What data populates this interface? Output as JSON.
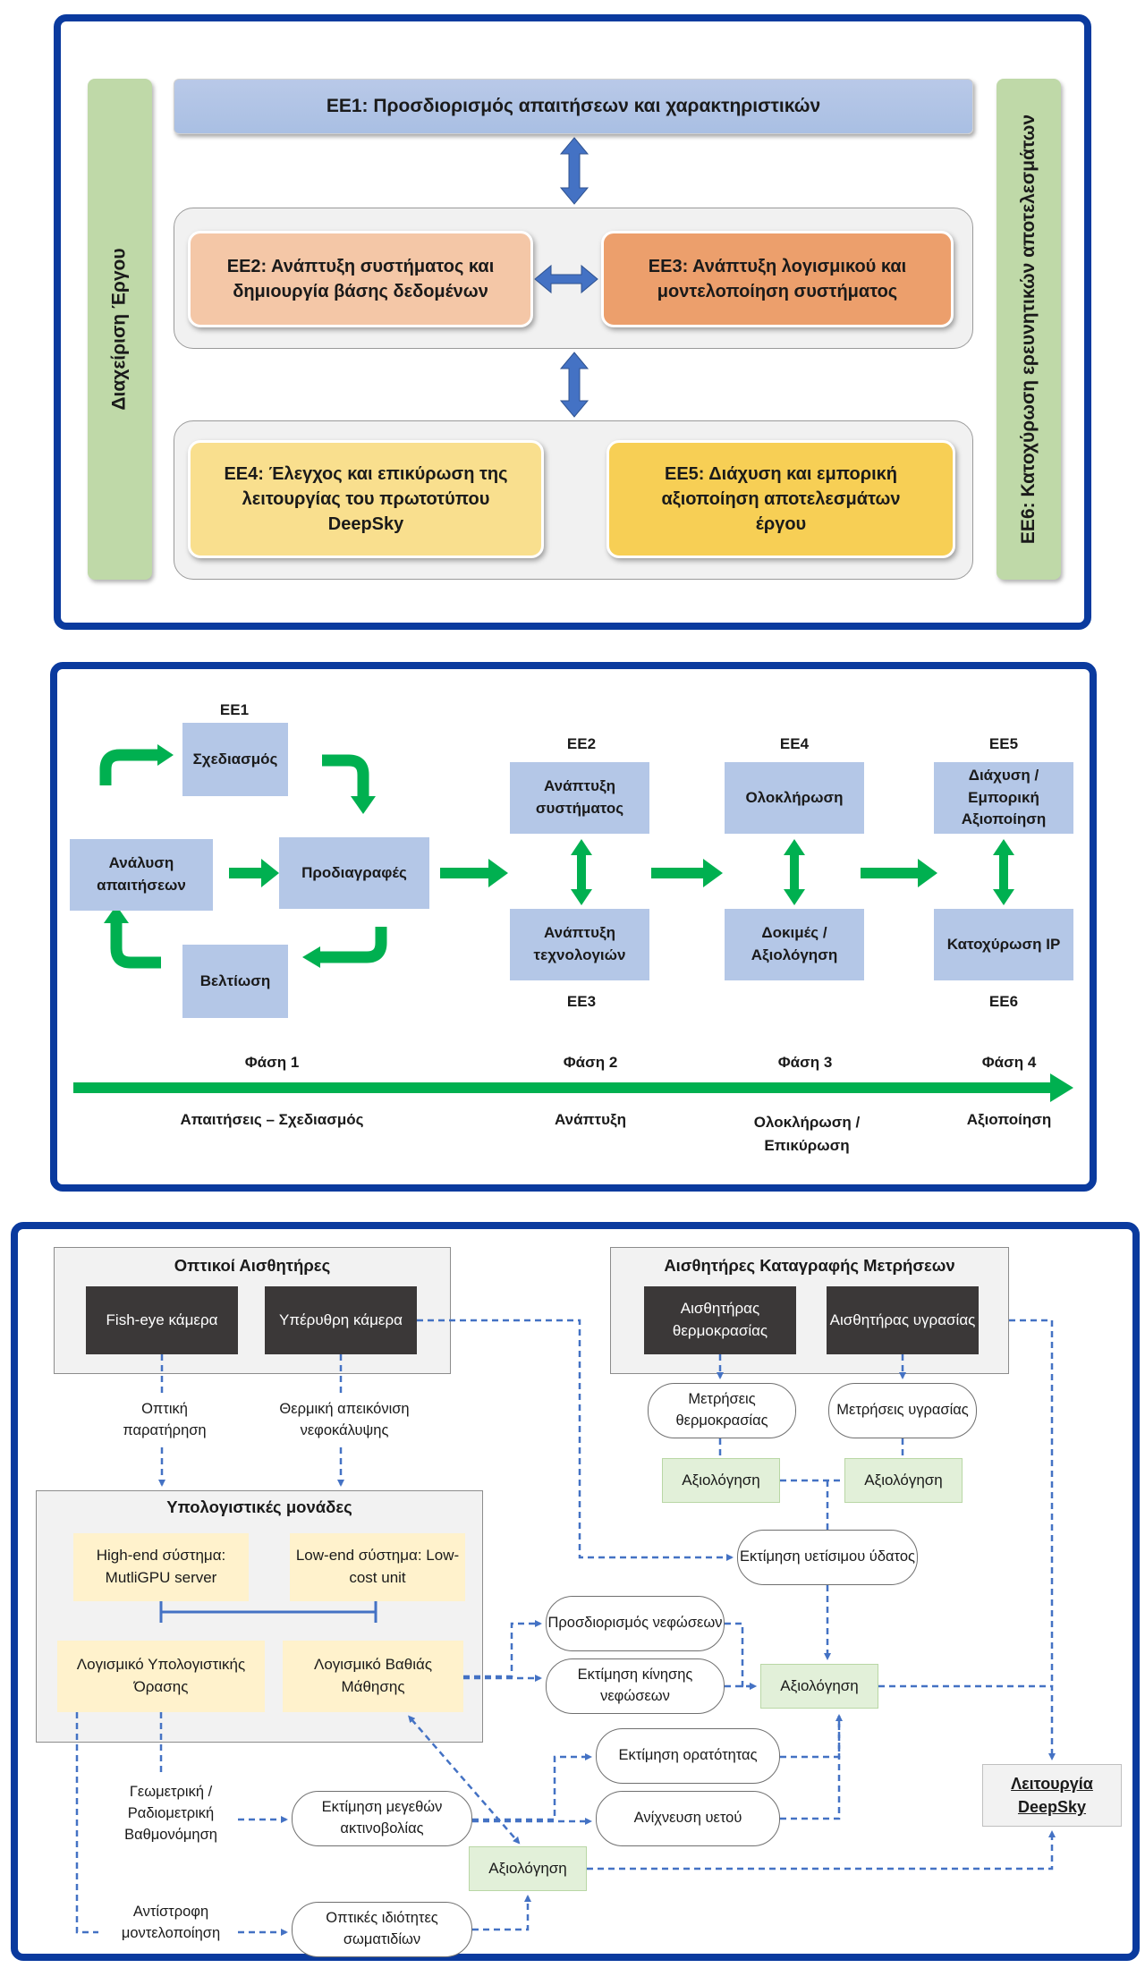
{
  "panel1": {
    "left_bar": "Διαχείριση Έργου",
    "right_bar": "ΕΕ6: Κατοχύρωση ερευνητικών αποτελεσμάτων",
    "top_bar": "ΕΕ1: Προσδιορισμός απαιτήσεων και χαρακτηριστικών",
    "ee2": "ΕΕ2: Ανάπτυξη συστήματος και δημιουργία βάσης δεδομένων",
    "ee3": "ΕΕ3: Ανάπτυξη λογισμικού και μοντελοποίηση συστήματος",
    "ee4": "ΕΕ4: Έλεγχος και επικύρωση της λειτουργίας του πρωτοτύπου DeepSky",
    "ee5": "ΕΕ5: Διάχυση και εμπορική αξιοποίηση αποτελεσμάτων έργου",
    "colors": {
      "border": "#0a3a9e",
      "arrow": "#4472c4",
      "blue": "#b4c7e7",
      "green": "#bfd9a8",
      "orange_light": "#f4c7a7",
      "orange_dark": "#ec9f6c",
      "yellow_light": "#f9df8e",
      "yellow_dark": "#f7cf55"
    }
  },
  "panel2": {
    "ee1_label": "ΕΕ1",
    "design": "Σχεδιασμός",
    "analysis": "Ανάλυση απαιτήσεων",
    "specs": "Προδιαγραφές",
    "improvement": "Βελτίωση",
    "ee2_label": "ΕΕ2",
    "sys_dev": "Ανάπτυξη συστήματος",
    "tech_dev": "Ανάπτυξη τεχνολογιών",
    "ee3_label": "ΕΕ3",
    "ee4_label": "ΕΕ4",
    "completion": "Ολοκλήρωση",
    "testing": "Δοκιμές / Αξιολόγηση",
    "ee5_label": "ΕΕ5",
    "dissemination": "Διάχυση / Εμπορική Αξιοποίηση",
    "ip": "Κατοχύρωση IP",
    "ee6_label": "ΕΕ6",
    "phases": [
      {
        "name": "Φάση 1",
        "desc": "Απαιτήσεις – Σχεδιασμός"
      },
      {
        "name": "Φάση 2",
        "desc": "Ανάπτυξη"
      },
      {
        "name": "Φάση 3",
        "desc": "Ολοκλήρωση / Επικύρωση"
      },
      {
        "name": "Φάση 4",
        "desc": "Αξιοποίηση"
      }
    ],
    "colors": {
      "arrow": "#00b050",
      "box": "#b4c7e7"
    }
  },
  "panel3": {
    "optical_title": "Οπτικοί Αισθητήρες",
    "fisheye": "Fish-eye κάμερα",
    "infrared": "Υπέρυθρη κάμερα",
    "recording_title": "Αισθητήρες Καταγραφής Μετρήσεων",
    "temp_sensor": "Αισθητήρας θερμοκρασίας",
    "hum_sensor": "Αισθητήρας υγρασίας",
    "optical_obs": "Οπτική παρατήρηση",
    "thermal_img": "Θερμική απεικόνιση νεφοκάλυψης",
    "temp_meas": "Μετρήσεις θερμοκρασίας",
    "hum_meas": "Μετρήσεις υγρασίας",
    "eval": "Αξιολόγηση",
    "compute_title": "Υπολογιστικές μονάδες",
    "highend": "High-end σύστημα: MutliGPU server",
    "lowend": "Low-end σύστημα: Low-cost unit",
    "cv_sw": "Λογισμικό Υπολογιστικής Όρασης",
    "dl_sw": "Λογισμικό Βαθιάς Μάθησης",
    "precip_water": "Εκτίμηση υετίσιμου ύδατος",
    "cloud_id": "Προσδιορισμός νεφώσεων",
    "cloud_motion": "Εκτίμηση κίνησης νεφώσεων",
    "visibility": "Εκτίμηση ορατότητας",
    "rain_detect": "Ανίχνευση υετού",
    "geo_calib": "Γεωμετρική / Ραδιομετρική Βαθμονόμηση",
    "radiation": "Εκτίμηση μεγεθών ακτινοβολίας",
    "inverse": "Αντίστροφη μοντελοποίηση",
    "optical_props": "Οπτικές ιδιότητες σωματιδίων",
    "deepsky": "Λειτουργία DeepSky",
    "colors": {
      "dashed": "#4472c4",
      "dark_box": "#3b3838",
      "pale_box": "#fff2cc",
      "eval_box": "#e2f0d9"
    }
  }
}
